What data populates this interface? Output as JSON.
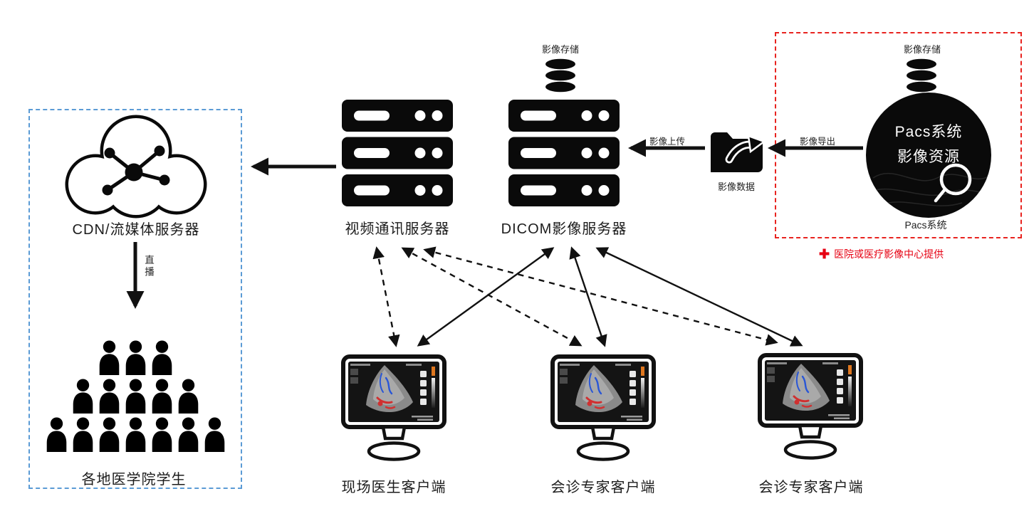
{
  "pacs": {
    "storage_label": "影像存储",
    "circle_line1": "Pacs系统",
    "circle_line2": "影像资源",
    "caption": "Pacs系统",
    "provider_plus": "✚",
    "provider_note": "医院或医疗影像中心提供"
  },
  "dicom": {
    "storage_label": "影像存储",
    "label": "DICOM影像服务器"
  },
  "video_server": {
    "label": "视频通讯服务器"
  },
  "cdn": {
    "label": "CDN/流媒体服务器"
  },
  "live": {
    "label": "直播"
  },
  "audience": {
    "label": "各地医学院学生",
    "rows": [
      3,
      5,
      7
    ]
  },
  "folder": {
    "label": "影像数据"
  },
  "flows": {
    "export_label": "影像导出",
    "upload_label": "影像上传"
  },
  "clients": [
    {
      "label": "现场医生客户端"
    },
    {
      "label": "会诊专家客户端"
    },
    {
      "label": "会诊专家客户端"
    }
  ],
  "colors": {
    "provider_red": "#e60012",
    "group_blue": "#5b9bd5",
    "ink": "#111111"
  }
}
